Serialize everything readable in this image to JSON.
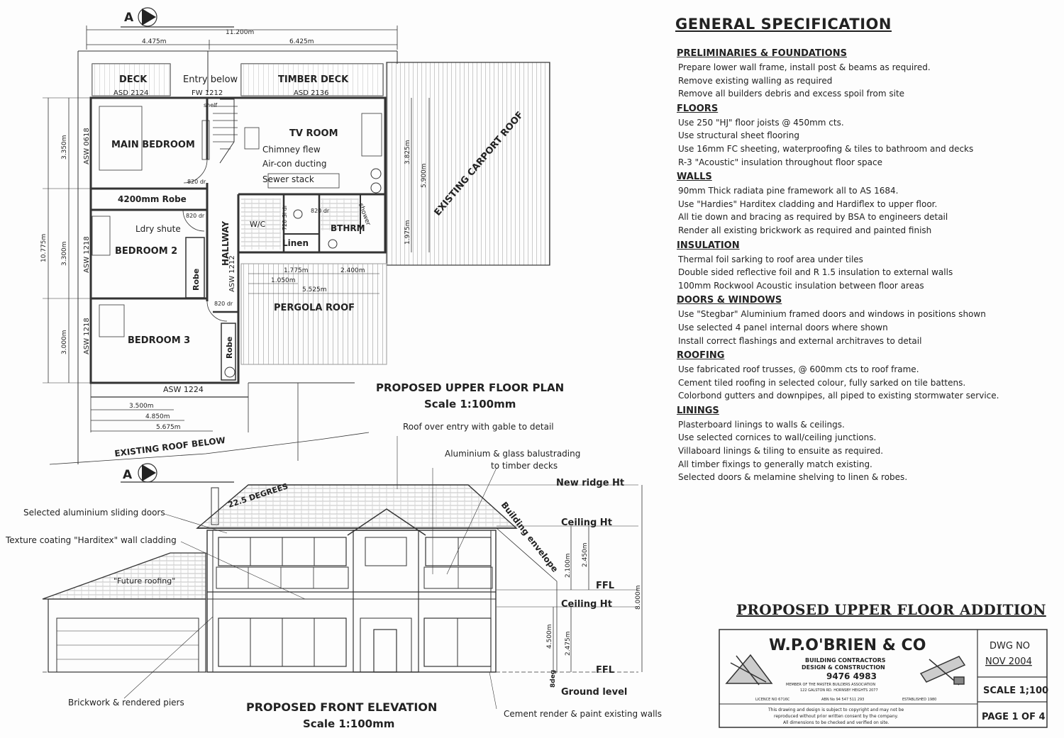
{
  "floor_plan": {
    "section_marker": "A",
    "dimensions": {
      "overall_width": "11.200m",
      "width_left": "4.475m",
      "width_right": "6.425m",
      "left_1": "3.350m",
      "left_total": "10.775m",
      "left_2": "3.300m",
      "left_3": "3.000m",
      "right_1": "3.825m",
      "right_total": "5.900m",
      "right_2": "1.975m",
      "pergola_1": "1.775m",
      "pergola_2": "2.400m",
      "pergola_3": "1.050m",
      "pergola_total": "5.525m",
      "bottom_1": "3.500m",
      "bottom_2": "4.850m",
      "bottom_3": "5.675m"
    },
    "labels": {
      "deck": "DECK",
      "entry_below": "Entry below",
      "timber_deck": "TIMBER DECK",
      "asd_left": "ASD 2124",
      "fw": "FW 1212",
      "asd_right": "ASD 2136",
      "shelf": "shelf",
      "main_bedroom": "MAIN BEDROOM",
      "tv_room": "TV ROOM",
      "chimney": "Chimney flew",
      "aircon": "Air-con ducting",
      "sewer": "Sewer stack",
      "existing_carport": "EXISTING CARPORT ROOF",
      "asw_0618": "ASW 0618",
      "door_1": "820 dr",
      "robe_4200": "4200mm Robe",
      "door_2": "820 dr",
      "door_3": "820 dr",
      "wc": "W/C",
      "sl_dr": "720 Sl dr",
      "shower": "shower",
      "bthrm": "BTHRM",
      "linen": "Linen",
      "ldry_shute": "Ldry shute",
      "hallway": "HALLWAY",
      "bedroom_2": "BEDROOM 2",
      "asw_1218_a": "ASW 1218",
      "robe_1": "Robe",
      "asw_1212": "ASW 1212",
      "pergola_roof": "PERGOLA ROOF",
      "door_4": "820 dr",
      "bedroom_3": "BEDROOM 3",
      "asw_1218_b": "ASW 1218",
      "robe_2": "Robe",
      "asw_1224": "ASW 1224",
      "existing_roof": "EXISTING ROOF BELOW"
    },
    "title": "PROPOSED UPPER FLOOR PLAN",
    "scale": "Scale 1:100mm"
  },
  "elevation": {
    "section_marker": "A",
    "angle": "22.5 DEGREES",
    "future_roofing": "\"Future roofing\"",
    "notes": {
      "roof_over_entry": "Roof over entry with gable to detail",
      "balustrading_1": "Aluminium & glass balustrading",
      "balustrading_2": "to timber decks",
      "sliding_doors": "Selected aluminium sliding doors",
      "texture": "Texture coating \"Harditex\" wall cladding",
      "brickwork": "Brickwork & rendered piers",
      "cement_render": "Cement render & paint existing walls",
      "building_envelope": "Building envelope"
    },
    "levels": {
      "new_ridge": "New ridge Ht",
      "ceiling_upper": "Ceiling Ht",
      "ffl_upper": "FFL",
      "ceiling_lower": "Ceiling Ht",
      "ffl_lower": "FFL",
      "ground": "Ground level"
    },
    "dimensions": {
      "d_2450": "2.450m",
      "d_2100": "2.100m",
      "d_8000": "8.000m",
      "d_4500": "4.500m",
      "d_2475": "2.475m",
      "d_8deg": "8deg"
    },
    "title": "PROPOSED FRONT ELEVATION",
    "scale": "Scale 1:100mm"
  },
  "specification": {
    "title": "GENERAL SPECIFICATION",
    "sections": [
      {
        "heading": "PRELIMINARIES & FOUNDATIONS",
        "lines": [
          "Prepare lower wall frame, install post & beams as required.",
          "Remove existing walling as required",
          "Remove all builders debris and excess spoil from site"
        ]
      },
      {
        "heading": "FLOORS",
        "lines": [
          "Use 250 \"HJ\" floor joists @ 450mm cts.",
          "Use structural sheet flooring",
          "Use 16mm FC sheeting, waterproofing & tiles to bathroom and decks",
          "R-3 \"Acoustic\" insulation throughout floor space"
        ]
      },
      {
        "heading": "WALLS",
        "lines": [
          "90mm Thick radiata pine framework all to AS 1684.",
          "Use \"Hardies\" Harditex cladding and Hardiflex to upper floor.",
          "All tie down and bracing as required by BSA to engineers detail",
          "Render all existing brickwork as required and painted finish"
        ]
      },
      {
        "heading": "INSULATION",
        "lines": [
          "Thermal foil sarking to roof area under tiles",
          "Double sided reflective foil and R 1.5 insulation to external walls",
          "100mm Rockwool Acoustic insulation between floor areas"
        ]
      },
      {
        "heading": "DOORS & WINDOWS",
        "lines": [
          "Use \"Stegbar\" Aluminium framed doors and windows in positions shown",
          "Use selected 4 panel internal doors where shown",
          "Install correct flashings and external architraves to detail"
        ]
      },
      {
        "heading": "ROOFING",
        "lines": [
          "Use fabricated roof trusses, @ 600mm cts to roof frame.",
          "Cement tiled roofing in selected colour, fully sarked on tile battens.",
          "Colorbond gutters and downpipes, all piped to existing stormwater service."
        ]
      },
      {
        "heading": "LININGS",
        "lines": [
          "Plasterboard linings to walls & ceilings.",
          "Use selected cornices to wall/ceiling junctions.",
          "Villaboard linings  & tiling to ensuite as required.",
          "All timber fixings to generally match existing.",
          "Selected doors & melamine shelving to linen & robes."
        ]
      }
    ]
  },
  "title_block": {
    "drawing_title": "PROPOSED UPPER FLOOR ADDITION",
    "company": "W.P.O'BRIEN & CO",
    "line_1": "BUILDING CONTRACTORS",
    "line_2": "DESIGN & CONSTRUCTION",
    "phone": "9476 4983",
    "member": "MEMBER OF THE MASTER BUILDERS ASSOCIATION",
    "address": "122 GALSTON RD. HORNSBY HEIGHTS 2077",
    "licence": "LICENCE NO 6716C",
    "abn": "ABN No 94 547 511 293",
    "established": "ESTABLISHED 1980",
    "copyright_1": "This drawing and design is subject to copyright and may not be",
    "copyright_2": "reproduced without prior written consent by the company.",
    "copyright_3": "All dimensions to be checked and verified on site.",
    "dwg_no_label": "DWG NO",
    "date": "NOV 2004",
    "scale": "SCALE 1;100",
    "page": "PAGE 1 OF 4"
  }
}
